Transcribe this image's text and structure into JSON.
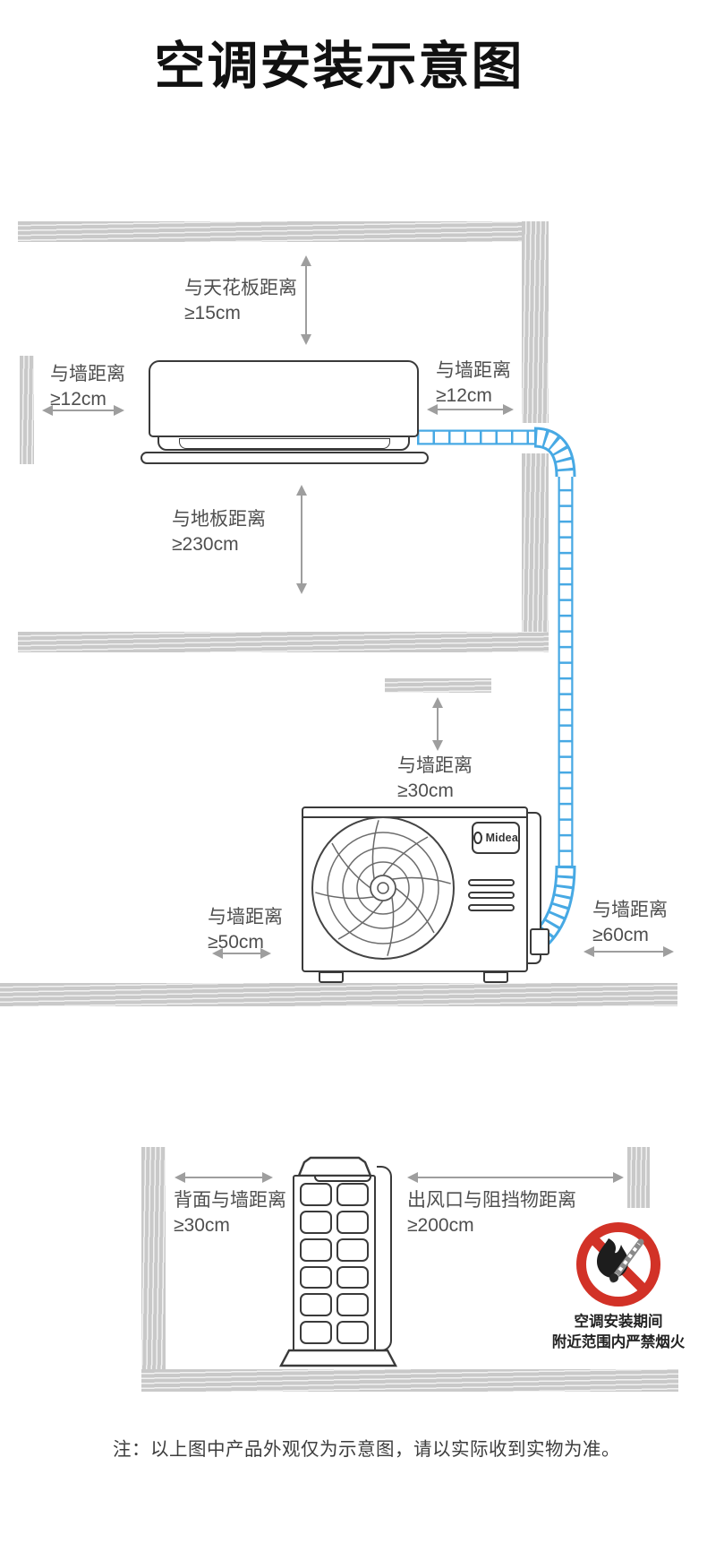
{
  "title": "空调安装示意图",
  "indoor": {
    "ceiling": {
      "line1": "与天花板距离",
      "line2": "≥15cm"
    },
    "wall_left": {
      "line1": "与墙距离",
      "line2": "≥12cm"
    },
    "wall_right": {
      "line1": "与墙距离",
      "line2": "≥12cm"
    },
    "floor": {
      "line1": "与地板距离",
      "line2": "≥230cm"
    }
  },
  "outdoor": {
    "brand": "Midea",
    "wall_top": {
      "line1": "与墙距离",
      "line2": "≥30cm"
    },
    "wall_left": {
      "line1": "与墙距离",
      "line2": "≥50cm"
    },
    "wall_right": {
      "line1": "与墙距离",
      "line2": "≥60cm"
    }
  },
  "rear": {
    "back_wall": {
      "line1": "背面与墙距离",
      "line2": "≥30cm"
    },
    "outlet": {
      "line1": "出风口与阻挡物距离",
      "line2": "≥200cm"
    },
    "fire_warning": {
      "line1": "空调安装期间",
      "line2": "附近范围内严禁烟火"
    }
  },
  "note": "注：以上图中产品外观仅为示意图，请以实际收到实物为准。",
  "colors": {
    "pipe_blue": "#47a9e4",
    "warning_red": "#d23227",
    "wall_gray": "#c9c9c9",
    "arrow_gray": "#9e9e9e",
    "line_dark": "#3a3a3a"
  }
}
